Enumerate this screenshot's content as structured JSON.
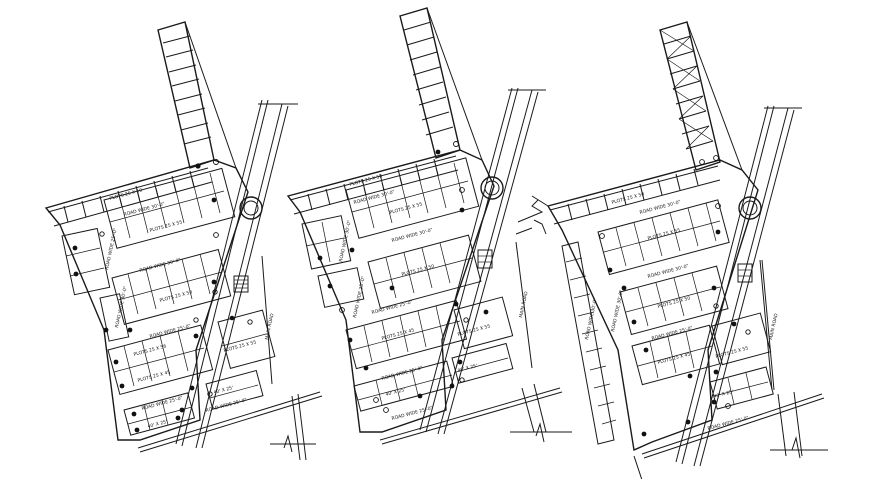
{
  "labels": {
    "plots_a": "PLOTS 25 X 50",
    "plots_b": "PLOTS 25 X 55",
    "plots_c": "PLOTS 25 X 56",
    "plots_d": "PLOTS 25 X 45",
    "road_30": "ROAD WIDE 30'-0\"",
    "road_25": "ROAD WIDE 25'-0\"",
    "main_road": "MAIN ROAD",
    "plot_small": "40' X 25'"
  }
}
